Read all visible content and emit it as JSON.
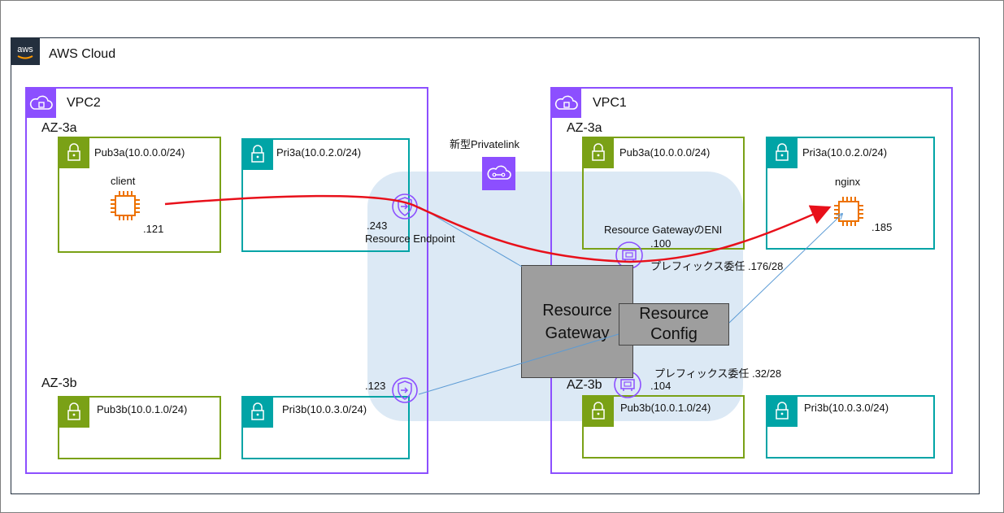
{
  "cloud": {
    "title": "AWS Cloud",
    "logo": "aws"
  },
  "privatelink": {
    "label": "新型Privatelink"
  },
  "vpc2": {
    "title": "VPC2",
    "az_a": "AZ-3a",
    "az_b": "AZ-3b",
    "pub_a": "Pub3a(10.0.0.0/24)",
    "pri_a": "Pri3a(10.0.2.0/24)",
    "pub_b": "Pub3b(10.0.1.0/24)",
    "pri_b": "Pri3b(10.0.3.0/24)",
    "client_label": "client",
    "client_ip": ".121",
    "endpoint_ip_a": ".243",
    "endpoint_label": "Resource Endpoint",
    "endpoint_ip_b": ".123"
  },
  "vpc1": {
    "title": "VPC1",
    "az_a": "AZ-3a",
    "az_b": "AZ-3b",
    "pub_a": "Pub3a(10.0.0.0/24)",
    "pri_a": "Pri3a(10.0.2.0/24)",
    "pub_b": "Pub3b(10.0.1.0/24)",
    "pri_b": "Pri3b(10.0.3.0/24)",
    "nginx_label": "nginx",
    "nginx_ip": ".185",
    "eni_label": "Resource GatewayのENI",
    "eni_ip_a": ".100",
    "prefix_a": "プレフィックス委任 .176/28",
    "prefix_b": "プレフィックス委任 .32/28",
    "eni_ip_b": ".104"
  },
  "resource_gateway": {
    "line1": "Resource",
    "line2": "Gateway"
  },
  "resource_config": {
    "line1": "Resource",
    "line2": "Config"
  },
  "colors": {
    "vpc": "#8c4fff",
    "public_subnet": "#7aa116",
    "private_subnet": "#00a4a6",
    "ec2": "#ed7100",
    "flow_arrow": "#e8101a",
    "link_line": "#5b9bd5",
    "privatelink_zone": "#dce9f5"
  },
  "icons": [
    "aws-logo",
    "vpc-cloud-icon",
    "lock-icon",
    "ec2-chip-icon",
    "endpoint-shield-icon",
    "eni-icon",
    "privatelink-cloud-icon"
  ]
}
